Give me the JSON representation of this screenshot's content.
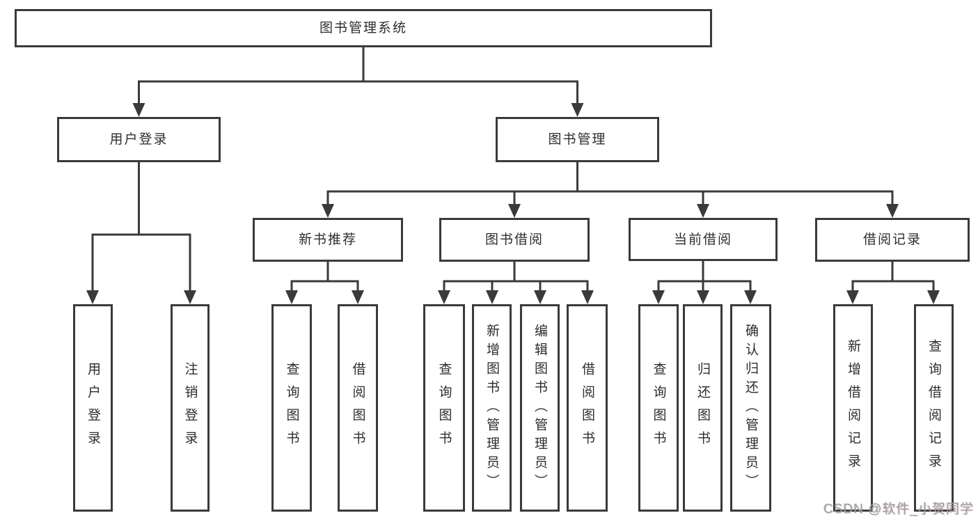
{
  "diagram": {
    "root": {
      "label": "图书管理系统",
      "children": [
        {
          "label": "用户登录",
          "children": [
            {
              "label": "用户登录"
            },
            {
              "label": "注销登录"
            }
          ]
        },
        {
          "label": "图书管理",
          "children": [
            {
              "label": "新书推荐",
              "children": [
                {
                  "label": "查询图书"
                },
                {
                  "label": "借阅图书"
                }
              ]
            },
            {
              "label": "图书借阅",
              "children": [
                {
                  "label": "查询图书"
                },
                {
                  "label": "新增图书（管理员）"
                },
                {
                  "label": "编辑图书（管理员）"
                },
                {
                  "label": "借阅图书"
                }
              ]
            },
            {
              "label": "当前借阅",
              "children": [
                {
                  "label": "查询图书"
                },
                {
                  "label": "归还图书"
                },
                {
                  "label": "确认归还（管理员）"
                }
              ]
            },
            {
              "label": "借阅记录",
              "children": [
                {
                  "label": "新增借阅记录"
                },
                {
                  "label": "查询借阅记录"
                }
              ]
            }
          ]
        }
      ]
    },
    "watermark": "CSDN @软件_小贺同学",
    "colors": {
      "line": "#3a3a3a",
      "text": "#2d2d2d",
      "background": "#ffffff",
      "watermark": "#a0a0a0"
    }
  }
}
